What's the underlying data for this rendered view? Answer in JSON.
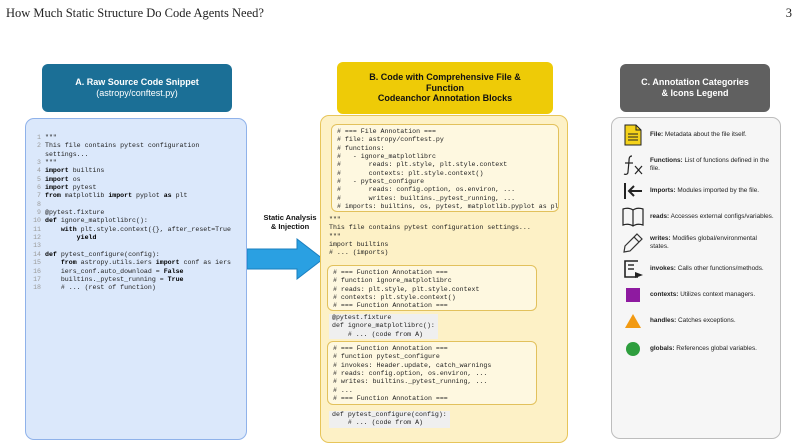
{
  "header": {
    "running_title": "How Much Static Structure Do Code Agents Need?",
    "page_number": "3"
  },
  "panel_a": {
    "title": "A. Raw Source Code Snippet",
    "subtitle": "(astropy/conftest.py)",
    "lines": [
      {
        "n": "1",
        "text": "\"\"\""
      },
      {
        "n": "2",
        "text": "This file contains pytest configuration"
      },
      {
        "n": "",
        "text": "settings..."
      },
      {
        "n": "3",
        "text": "\"\"\""
      },
      {
        "n": "4",
        "kw": "import",
        "text": " builtins"
      },
      {
        "n": "5",
        "kw": "import",
        "text": " os"
      },
      {
        "n": "6",
        "kw": "import",
        "text": " pytest"
      },
      {
        "n": "7",
        "kw": "from",
        "text": " matplotlib ",
        "kw2": "import",
        "text2": " pyplot ",
        "kw3": "as",
        "text3": " plt"
      },
      {
        "n": "8",
        "text": ""
      },
      {
        "n": "9",
        "text": "@pytest.fixture"
      },
      {
        "n": "10",
        "kw": "def",
        "text": " ignore_matplotlibrc():"
      },
      {
        "n": "11",
        "text": "    ",
        "kw2": "with",
        "text2": " plt.style.context({}, after_reset=True"
      },
      {
        "n": "12",
        "text": "        ",
        "kw2": "yield",
        "text2": ""
      },
      {
        "n": "13",
        "text": ""
      },
      {
        "n": "14",
        "kw": "def",
        "text": " pytest_configure(config):"
      },
      {
        "n": "15",
        "text": "    ",
        "kw2": "from",
        "text2": " astropy.utils.iers ",
        "kw3": "import",
        "text3": " conf as iers"
      },
      {
        "n": "16",
        "text": "    iers_conf.auto_download = ",
        "kw2": "False",
        "text2": ""
      },
      {
        "n": "17",
        "text": "    builtins._pytest_running = ",
        "kw2": "True",
        "text2": ""
      },
      {
        "n": "18",
        "text": "    # ... (rest of function)"
      }
    ]
  },
  "arrow": {
    "label_line1": "Static Analysis",
    "label_line2": "& Injection"
  },
  "panel_b": {
    "title_line1": "B. Code with Comprehensive File &",
    "title_line2": "Function",
    "title_line3": "Codeanchor Annotation Blocks",
    "file_annotation": [
      "# === File Annotation ===",
      "# file: astropy/conftest.py",
      "# functions:",
      "#   - ignore_matplotlibrc",
      "#       reads: plt.style, plt.style.context",
      "#       contexts: plt.style.context()",
      "#   - pytest_configure",
      "#       reads: config.option, os.environ, ...",
      "#       writes: builtins._pytest_running, ...",
      "# imports: builtins, os, pytest, matplotlib.pyplot as plt"
    ],
    "middle_code": [
      "\"\"\"",
      "This file contains pytest configuration settings...",
      "\"\"\"",
      "import builtins",
      "# ... (imports)"
    ],
    "func_annotation_1": [
      "# === Function Annotation ===",
      "# function ignore_matplotlibrc",
      "# reads: plt.style, plt.style.context",
      "# contexts: plt.style.context()",
      "# === Function Annotation ==="
    ],
    "code_after_1": [
      "@pytest.fixture",
      "def ignore_matplotlibrc():",
      "    # ... (code from A)"
    ],
    "func_annotation_2": [
      "# === Function Annotation ===",
      "# function pytest_configure",
      "# invokes: Header.update, catch_warnings",
      "# reads: config.option, os.environ, ...",
      "# writes: builtins._pytest_running, ...",
      "# ...",
      "# === Function Annotation ==="
    ],
    "code_after_2": [
      "def pytest_configure(config):",
      "    # ... (code from A)"
    ]
  },
  "panel_c": {
    "title_line1": "C. Annotation Categories",
    "title_line2": "& Icons Legend",
    "items": [
      {
        "icon": "file-icon",
        "label": "File:",
        "desc": " Metadata about the file itself."
      },
      {
        "icon": "function-icon",
        "label": "Functions:",
        "desc": " List of functions defined in the file."
      },
      {
        "icon": "import-icon",
        "label": "Imports:",
        "desc": " Modules imported by the file."
      },
      {
        "icon": "book-icon",
        "label": "reads:",
        "desc": " Accesses external configs/variables."
      },
      {
        "icon": "pencil-icon",
        "label": "writes:",
        "desc": " Modifies global/environmental states."
      },
      {
        "icon": "invoke-icon",
        "label": "invokes:",
        "desc": " Calls other functions/methods."
      },
      {
        "icon": "purple-square-icon",
        "label": "contexts:",
        "desc": " Utilizes context managers."
      },
      {
        "icon": "orange-triangle-icon",
        "label": "handles:",
        "desc": " Catches exceptions."
      },
      {
        "icon": "green-circle-icon",
        "label": "globals:",
        "desc": " References global variables."
      }
    ],
    "colors": {
      "file": "#f4d21a",
      "contexts": "#8e1aa0",
      "handles": "#f29a12",
      "globals": "#2e9e3e"
    }
  }
}
